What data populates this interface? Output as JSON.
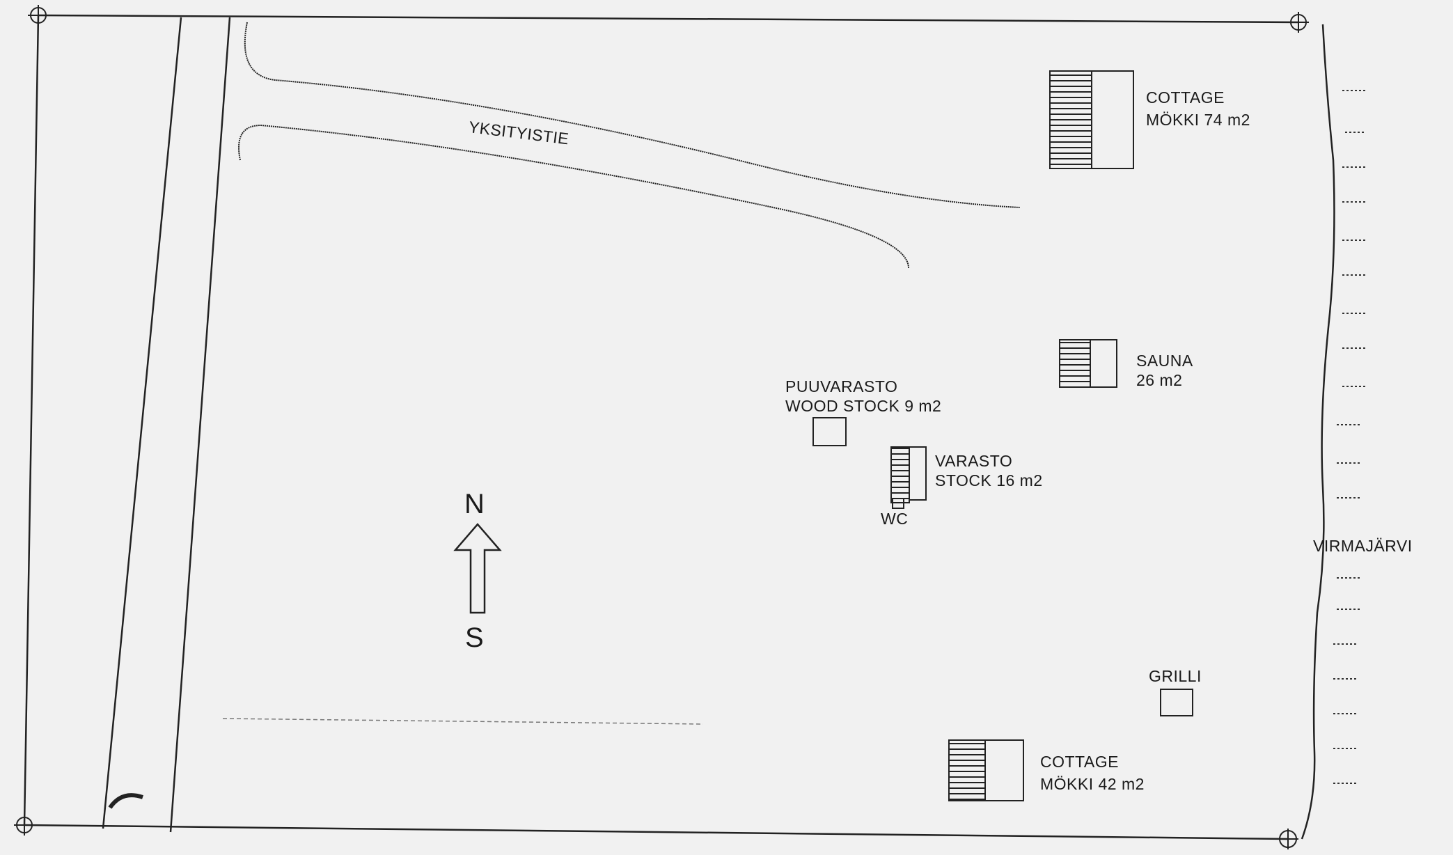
{
  "map": {
    "road_label": "YKSITYISTIE",
    "lake_label": "VIRMAJÄRVI",
    "compass": {
      "north": "N",
      "south": "S"
    },
    "buildings": [
      {
        "id": "cottage-north",
        "line1": "COTTAGE",
        "line2": "MÖKKI 74 m2"
      },
      {
        "id": "sauna",
        "line1": "SAUNA",
        "line2": "26 m2"
      },
      {
        "id": "wood-stock",
        "line1": "PUUVARASTO",
        "line2": "WOOD STOCK 9 m2"
      },
      {
        "id": "stock",
        "line1": "VARASTO",
        "line2": "STOCK 16 m2"
      },
      {
        "id": "wc",
        "line1": "WC"
      },
      {
        "id": "grill",
        "line1": "GRILLI"
      },
      {
        "id": "cottage-south",
        "line1": "COTTAGE",
        "line2": "MÖKKI 42 m2"
      }
    ],
    "colors": {
      "line": "#222222",
      "paper": "#f1f1f1"
    }
  }
}
